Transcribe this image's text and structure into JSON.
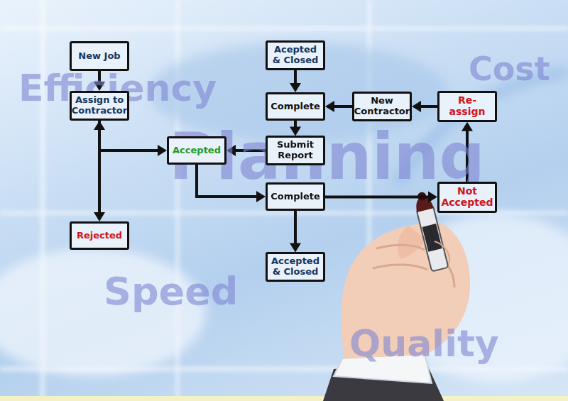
{
  "diagram": {
    "nodes": [
      {
        "text": [
          "New Job"
        ]
      },
      {
        "text": [
          "Assign to Contractor"
        ]
      },
      {
        "text": [
          "Rejected"
        ]
      },
      {
        "text": [
          "Acepted & Closed"
        ]
      },
      {
        "text": [
          "Complete"
        ]
      },
      {
        "text": [
          "New Contractor"
        ]
      },
      {
        "text": [
          "Re-assign"
        ]
      },
      {
        "text": [
          "Accepted"
        ]
      },
      {
        "text": [
          "Submit Report"
        ]
      },
      {
        "text": [
          "Complete"
        ]
      },
      {
        "text": [
          "Not Accepted"
        ]
      },
      {
        "text": [
          "Accepted & Closed"
        ]
      }
    ],
    "edges": [
      {
        "from": 0,
        "to": 1,
        "arrow": "to"
      },
      {
        "from": 1,
        "to": 7,
        "arrow": "to"
      },
      {
        "from": 1,
        "to": 2,
        "arrow": "both"
      },
      {
        "from": 8,
        "to": 7,
        "arrow": "to"
      },
      {
        "from": 7,
        "to": 9,
        "arrow": "to"
      },
      {
        "from": 9,
        "to": 11,
        "arrow": "to"
      },
      {
        "from": 9,
        "to": 10,
        "arrow": "to"
      },
      {
        "from": 10,
        "to": 6,
        "arrow": "to"
      },
      {
        "from": 6,
        "to": 5,
        "arrow": "to"
      },
      {
        "from": 5,
        "to": 4,
        "arrow": "to"
      },
      {
        "from": 3,
        "to": 4,
        "arrow": "to"
      },
      {
        "from": 4,
        "to": 8,
        "arrow": "to"
      }
    ],
    "labels": [
      "Efficiency",
      "Cost",
      "Planning",
      "Speed",
      "Quality"
    ]
  }
}
